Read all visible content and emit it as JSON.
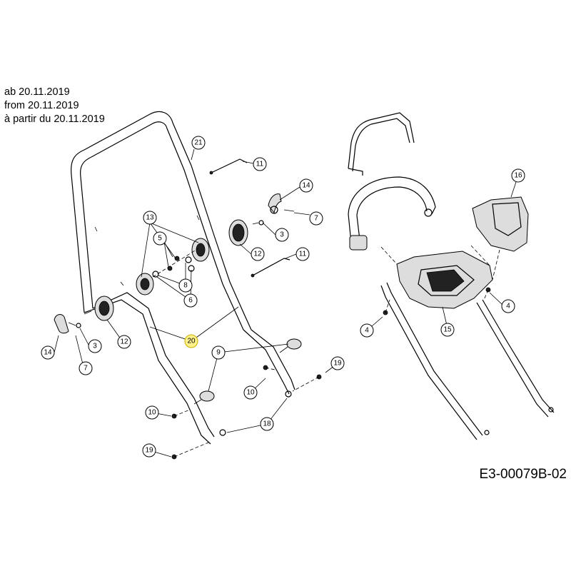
{
  "notes": {
    "line1": "ab 20.11.2019",
    "line2": "from 20.11.2019",
    "line3": "à partir du 20.11.2019"
  },
  "drawing_code": "E3-00079B-02",
  "callouts": [
    {
      "id": "c21",
      "label": "21"
    },
    {
      "id": "c11a",
      "label": "11"
    },
    {
      "id": "c14a",
      "label": "14"
    },
    {
      "id": "c7a",
      "label": "7"
    },
    {
      "id": "c3a",
      "label": "3"
    },
    {
      "id": "c12a",
      "label": "12"
    },
    {
      "id": "c11b",
      "label": "11"
    },
    {
      "id": "c13",
      "label": "13"
    },
    {
      "id": "c5",
      "label": "5"
    },
    {
      "id": "c8",
      "label": "8"
    },
    {
      "id": "c6",
      "label": "6"
    },
    {
      "id": "c14b",
      "label": "14"
    },
    {
      "id": "c3b",
      "label": "3"
    },
    {
      "id": "c12b",
      "label": "12"
    },
    {
      "id": "c7b",
      "label": "7"
    },
    {
      "id": "c20",
      "label": "20",
      "highlighted": true
    },
    {
      "id": "c9",
      "label": "9"
    },
    {
      "id": "c19a",
      "label": "19"
    },
    {
      "id": "c10a",
      "label": "10"
    },
    {
      "id": "c10b",
      "label": "10"
    },
    {
      "id": "c18",
      "label": "18"
    },
    {
      "id": "c19b",
      "label": "19"
    },
    {
      "id": "c16",
      "label": "16"
    },
    {
      "id": "c4a",
      "label": "4"
    },
    {
      "id": "c4b",
      "label": "4"
    },
    {
      "id": "c15",
      "label": "15"
    }
  ]
}
